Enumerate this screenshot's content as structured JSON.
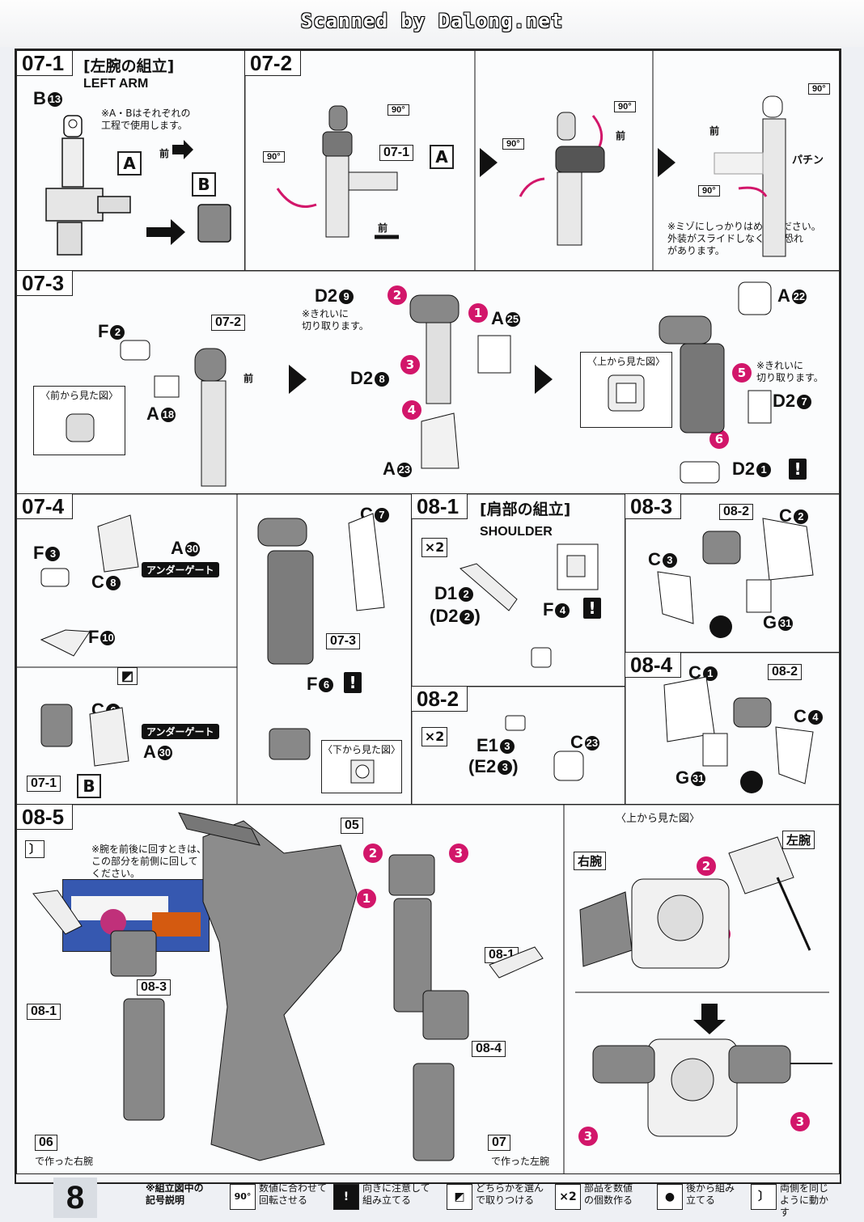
{
  "scan_title": "Scanned by Dalong.net",
  "page_number": "8",
  "fwd": "前",
  "s071": {
    "step": "07-1",
    "jtitle": "[左腕の組立]",
    "etitle": "LEFT ARM",
    "part_b13": "B",
    "part_b13_n": "13",
    "note": [
      "※A・Bはそれぞれの",
      "工程で使用します。"
    ],
    "label_a": "A",
    "label_b": "B"
  },
  "s072": {
    "step": "07-2",
    "rot": "90°",
    "ref": "07-1",
    "ref_label": "A",
    "note": [
      "※ミゾにしっかりはめてください。",
      "外装がスライドしなくなる恐れ",
      "があります。"
    ],
    "click": "パチン"
  },
  "s073": {
    "step": "07-3",
    "ref": "07-2",
    "front_view": "〈前から見た図〉",
    "top_view": "〈上から見た図〉",
    "cut_note": [
      "※きれいに",
      "切り取ります。"
    ],
    "parts": [
      {
        "p": "F",
        "n": "2"
      },
      {
        "p": "A",
        "n": "18"
      },
      {
        "p": "D2",
        "n": "9"
      },
      {
        "p": "D2",
        "n": "8"
      },
      {
        "p": "A",
        "n": "25"
      },
      {
        "p": "A",
        "n": "23"
      },
      {
        "p": "A",
        "n": "22"
      },
      {
        "p": "D2",
        "n": "7"
      },
      {
        "p": "D2",
        "n": "1"
      }
    ],
    "badges": [
      "1",
      "2",
      "3",
      "4",
      "5",
      "6"
    ]
  },
  "s074": {
    "step": "07-4",
    "gate": "アンダーゲート",
    "bottom_view": "〈下から見た図〉",
    "ref1": "07-3",
    "ref2": "07-1",
    "ref2_label": "B",
    "parts": [
      {
        "p": "F",
        "n": "3"
      },
      {
        "p": "C",
        "n": "8"
      },
      {
        "p": "A",
        "n": "30"
      },
      {
        "p": "F",
        "n": "10"
      },
      {
        "p": "C",
        "n": "6"
      },
      {
        "p": "A",
        "n": "30"
      },
      {
        "p": "C",
        "n": "7"
      },
      {
        "p": "F",
        "n": "6"
      }
    ]
  },
  "s081": {
    "step": "08-1",
    "jtitle": "[肩部の組立]",
    "etitle": "SHOULDER",
    "x2": "×2",
    "parts": [
      {
        "p": "D1",
        "n": "2"
      },
      {
        "p": "(D2",
        "n": "2",
        "close": ")"
      },
      {
        "p": "F",
        "n": "4"
      }
    ]
  },
  "s082": {
    "step": "08-2",
    "x2": "×2",
    "parts": [
      {
        "p": "E1",
        "n": "3"
      },
      {
        "p": "(E2",
        "n": "3",
        "close": ")"
      },
      {
        "p": "C",
        "n": "23"
      }
    ]
  },
  "s083": {
    "step": "08-3",
    "ref": "08-2",
    "parts": [
      {
        "p": "C",
        "n": "3"
      },
      {
        "p": "C",
        "n": "2"
      },
      {
        "p": "G",
        "n": "31"
      }
    ]
  },
  "s084": {
    "step": "08-4",
    "ref": "08-2",
    "parts": [
      {
        "p": "C",
        "n": "1"
      },
      {
        "p": "C",
        "n": "4"
      },
      {
        "p": "G",
        "n": "31"
      }
    ]
  },
  "s085": {
    "step": "08-5",
    "ref": "05",
    "note": [
      "※腕を前後に回すときは、",
      "この部分を前側に回して",
      "ください。"
    ],
    "top_view": "〈上から見た図〉",
    "right_arm": "右腕",
    "left_arm": "左腕",
    "ref081a": "08-1",
    "ref083": "08-3",
    "ref081b": "08-1",
    "ref084": "08-4",
    "ref06": "06",
    "made_right": "で作った右腕",
    "ref07": "07",
    "made_left": "で作った左腕"
  },
  "legend": {
    "caption": [
      "※組立図中の",
      "記号説明"
    ],
    "items": [
      {
        "icon": "90°",
        "text": "数値に合わせて回転させる"
      },
      {
        "icon": "!",
        "text": "向きに注意して組み立てる"
      },
      {
        "icon": "◩",
        "text": "どちらかを選んで取りつける"
      },
      {
        "icon": "×2",
        "text": "部品を数値の個数作る"
      },
      {
        "icon": "●",
        "text": "後から組み立てる"
      },
      {
        "icon": "〕",
        "text": "両側を同じように動かす"
      }
    ]
  },
  "colors": {
    "accent": "#d2166a",
    "ink": "#111111",
    "part_grey": "#8a8d93",
    "part_light": "#d8dadd"
  }
}
